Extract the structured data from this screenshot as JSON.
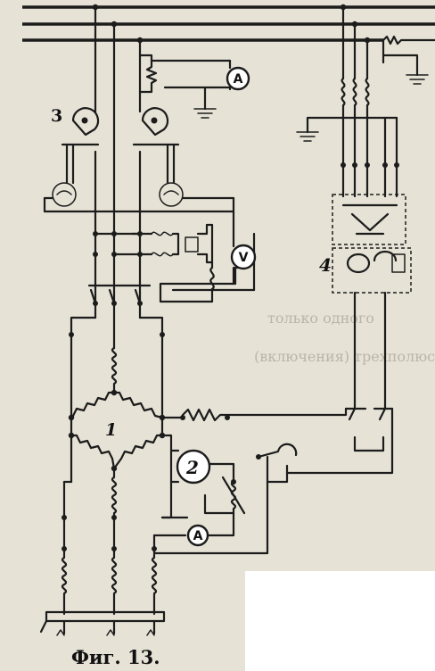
{
  "figure": {
    "caption": "Фиг. 13.",
    "labels": {
      "breaker": "3",
      "bridge": "1",
      "generator": "2",
      "relay": "4"
    },
    "meters": {
      "ammeter_top": "A",
      "voltmeter": "V",
      "ammeter_bottom": "A"
    }
  },
  "bleed_through": {
    "line1": "только одного",
    "line2": "(включения) трехполюс"
  }
}
